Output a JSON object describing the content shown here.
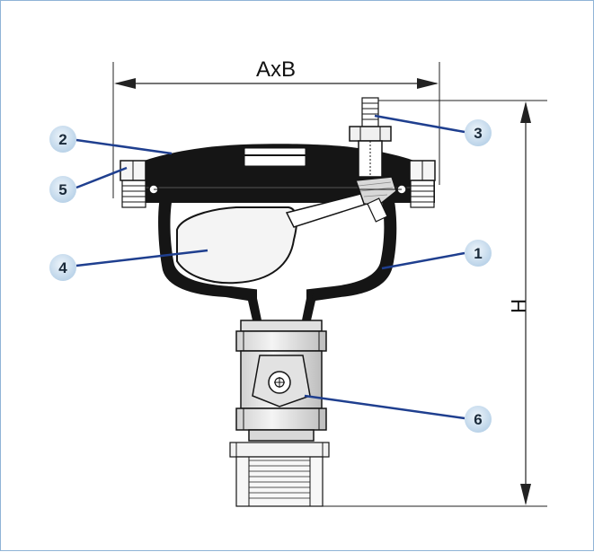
{
  "dimensions": {
    "width_label": "AxB",
    "height_label": "H"
  },
  "callouts": [
    {
      "number": "1"
    },
    {
      "number": "2"
    },
    {
      "number": "3"
    },
    {
      "number": "4"
    },
    {
      "number": "5"
    },
    {
      "number": "6"
    }
  ],
  "colors": {
    "frame_border": "#8fb4d6",
    "leader_line": "#1f3f8f",
    "badge_fill": "#cfe0ef",
    "body_fill": "#151515",
    "valve_fill": "#e6e6e6"
  }
}
